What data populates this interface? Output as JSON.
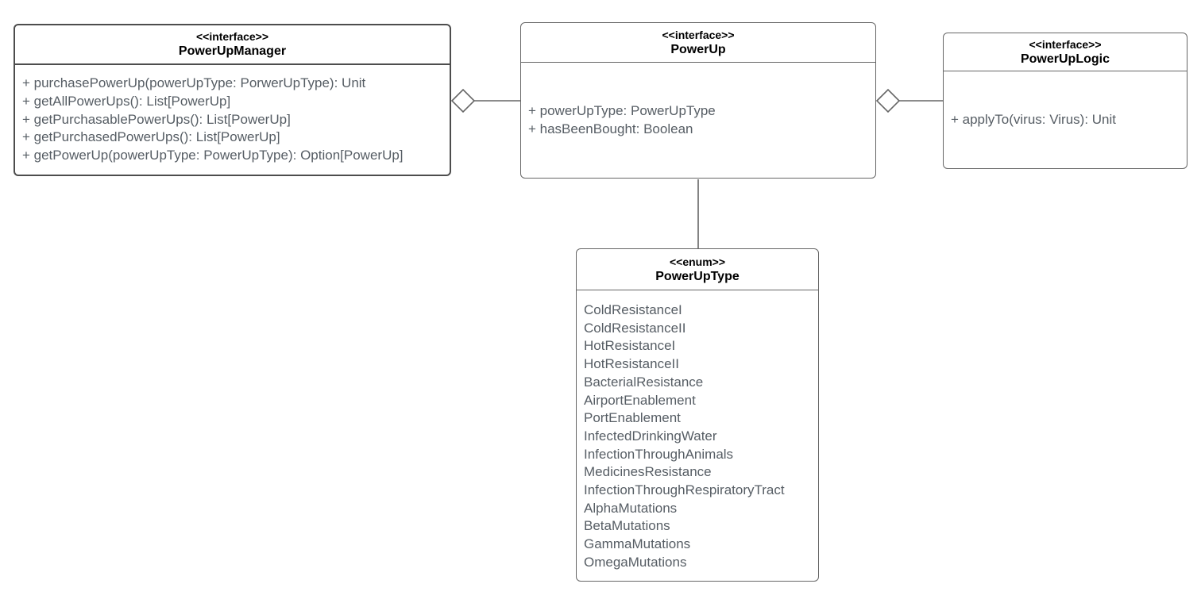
{
  "boxes": {
    "powerUpManager": {
      "stereotype": "<<interface>>",
      "name": "PowerUpManager",
      "members": [
        "+ purchasePowerUp(powerUpType: PorwerUpType): Unit",
        "+ getAllPowerUps(): List[PowerUp]",
        "+ getPurchasablePowerUps(): List[PowerUp]",
        "+ getPurchasedPowerUps(): List[PowerUp]",
        "+ getPowerUp(powerUpType: PowerUpType): Option[PowerUp]"
      ]
    },
    "powerUp": {
      "stereotype": "<<interface>>",
      "name": "PowerUp",
      "members": [
        "+ powerUpType: PowerUpType",
        "+ hasBeenBought: Boolean"
      ]
    },
    "powerUpLogic": {
      "stereotype": "<<interface>>",
      "name": "PowerUpLogic",
      "members": [
        "+ applyTo(virus: Virus): Unit"
      ]
    },
    "powerUpType": {
      "stereotype": "<<enum>>",
      "name": "PowerUpType",
      "members": [
        "ColdResistanceI",
        "ColdResistanceII",
        "HotResistanceI",
        "HotResistanceII",
        "BacterialResistance",
        "AirportEnablement",
        "PortEnablement",
        "InfectedDrinkingWater",
        "InfectionThroughAnimals",
        "MedicinesResistance",
        "InfectionThroughRespiratoryTract",
        "AlphaMutations",
        "BetaMutations",
        "GammaMutations",
        "OmegaMutations"
      ]
    }
  },
  "edges": [
    {
      "from": "PowerUpManager",
      "to": "PowerUp",
      "type": "aggregation",
      "marker": "hollow-diamond"
    },
    {
      "from": "PowerUp",
      "to": "PowerUpLogic",
      "type": "aggregation",
      "marker": "hollow-diamond"
    },
    {
      "from": "PowerUp",
      "to": "PowerUpType",
      "type": "association",
      "marker": "none"
    }
  ],
  "colors": {
    "background": "#ffffff",
    "box_fill": "#ffffff",
    "box_border": "#666666",
    "emphasis_box_border": "#4d4d4d",
    "header_text": "#000000",
    "member_text": "#565d64",
    "edge": "#666666"
  }
}
